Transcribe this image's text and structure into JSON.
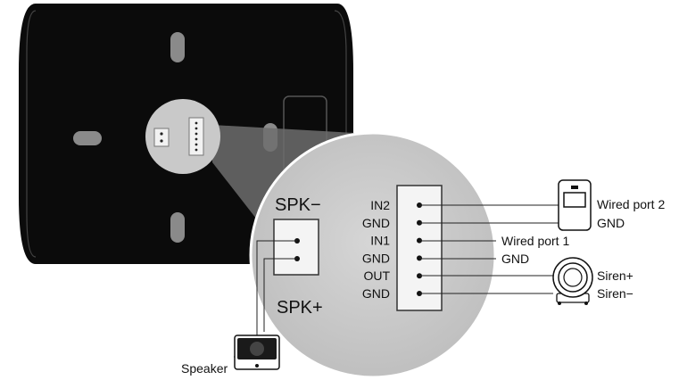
{
  "colors": {
    "panel": "#0b0b0b",
    "circle": "#c8c8c8",
    "connector": "#f4f4f4",
    "background": "#ffffff"
  },
  "speaker_connector": {
    "top_label": "SPK−",
    "bottom_label": "SPK+"
  },
  "terminal_pins": [
    "IN2",
    "GND",
    "IN1",
    "GND",
    "OUT",
    "GND"
  ],
  "wiring": {
    "wired_port_2": "Wired port 2",
    "wired_port_2_gnd": "GND",
    "wired_port_1": "Wired port 1",
    "wired_port_1_gnd": "GND",
    "siren_plus": "Siren+",
    "siren_minus": "Siren−",
    "speaker": "Speaker"
  },
  "icons": [
    "door-sensor-icon",
    "siren-icon",
    "speaker-icon"
  ]
}
